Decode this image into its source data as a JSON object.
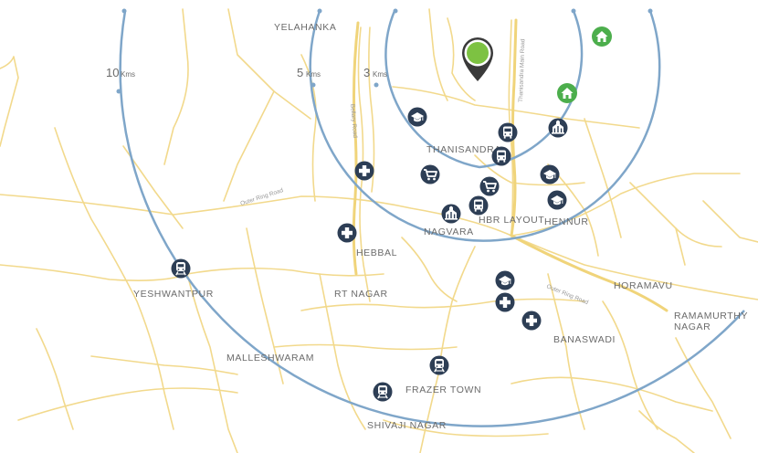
{
  "rings": [
    {
      "id": "10km",
      "value": "10",
      "unit": "Kms"
    },
    {
      "id": "5km",
      "value": "5",
      "unit": "Kms"
    },
    {
      "id": "3km",
      "value": "3",
      "unit": "Kms"
    }
  ],
  "areas": {
    "yelahanka": "YELAHANKA",
    "thanisandra": "THANISANDRA",
    "hbr_layout": "HBR LAYOUT",
    "hennur": "HENNUR",
    "nagvara": "NAGVARA",
    "hebbal": "HEBBAL",
    "yeshwantpur": "YESHWANTPUR",
    "rt_nagar": "RT NAGAR",
    "horamavu": "HORAMAVU",
    "ramamurthy_nagar_1": "RAMAMURTHY",
    "ramamurthy_nagar_2": "NAGAR",
    "banaswadi": "BANASWADI",
    "malleshwaram": "MALLESHWARAM",
    "frazer_town": "FRAZER TOWN",
    "shivaji_nagar": "SHIVAJI NAGAR"
  },
  "roads": {
    "thanisandra_main": "Thanisandra Main Road",
    "bellary": "Bellary Road",
    "outer_ring_west": "Outer Ring Road",
    "outer_ring_east": "Outer Ring Road"
  },
  "colors": {
    "ring": "#7fa6c9",
    "road": "#f2d98c",
    "poi": "#2d3e55",
    "pin": "#7dc242",
    "home": "#4cae4c"
  },
  "poi_legend": [
    "school-icon",
    "hospital-icon",
    "shopping-cart-icon",
    "bus-icon",
    "train-icon",
    "landmark-icon",
    "home-icon",
    "location-pin-icon"
  ]
}
